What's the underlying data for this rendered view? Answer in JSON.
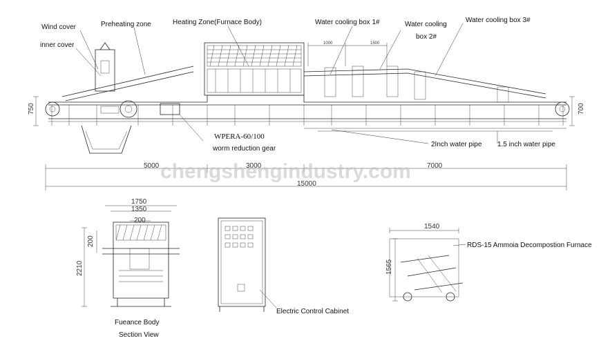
{
  "watermark": "chengshengindustry.com",
  "labels": {
    "wind_cover": "Wind cover",
    "inner_cover": "inner cover",
    "preheating_zone": "Preheating zone",
    "heating_zone": "Heating Zone(Furnace Body)",
    "water_box_1": "Water cooling box 1#",
    "water_box_2_line1": "Water cooling",
    "water_box_2_line2": "box 2#",
    "water_box_3": "Water cooling box 3#",
    "gear_model": "WPERA-60/100",
    "worm_gear": "worm reduction gear",
    "pipe_2inch": "2Inch water pipe",
    "pipe_15inch": "1.5 inch water pipe",
    "section_title": "Fueance Body",
    "section_sub": "Section View",
    "cabinet": "Electric Control Cabinet",
    "rds": "RDS-15 Ammoia Decompostion Furnace"
  },
  "dimensions": {
    "h750": "750",
    "h700": "700",
    "d5000": "5000",
    "d3000": "3000",
    "d7000": "7000",
    "d15000": "15000",
    "d1000": "1000",
    "d1500": "1500",
    "d1750": "1750",
    "d1350": "1350",
    "d200a": "200",
    "d200b": "200",
    "d2210": "2210",
    "d1540": "1540",
    "d1565": "1565"
  }
}
